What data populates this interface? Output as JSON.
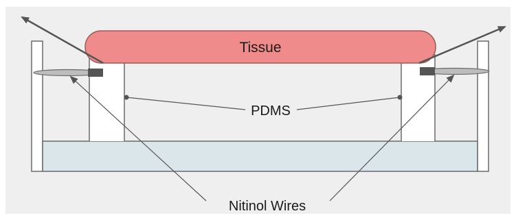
{
  "labels": {
    "tissue": "Tissue",
    "pdms": "PDMS",
    "nitinol": "Nitinol Wires"
  },
  "colors": {
    "background": "#efefef",
    "tissue_fill": "#f08b8b",
    "tissue_stroke": "#9a5a5a",
    "pdms_fill": "#ffffff",
    "outline": "#6a6a6a",
    "base_fill": "#dbe6eb",
    "wire_fill": "#bdbdbd",
    "arrow": "#555555",
    "text": "#1a1a1a"
  }
}
